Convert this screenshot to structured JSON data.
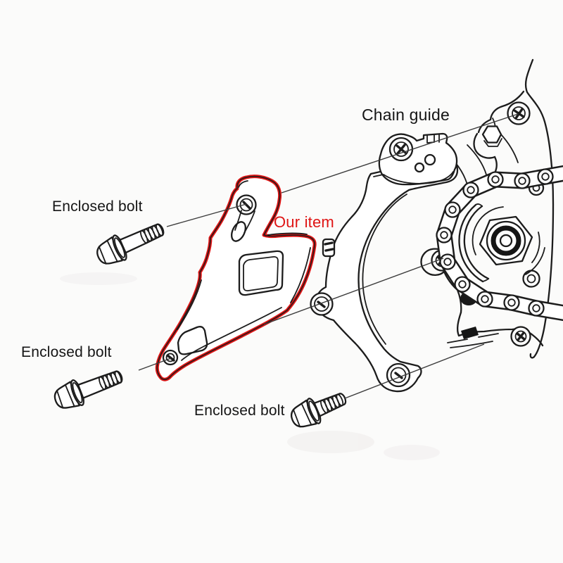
{
  "colors": {
    "background": "#fbfbfa",
    "line": "#1c1c1c",
    "leader": "#3c3c3c",
    "highlight": "#df1414"
  },
  "labels": {
    "chain_guide": "Chain guide",
    "our_item": "Our item",
    "enclosed_bolt_1": "Enclosed bolt",
    "enclosed_bolt_2": "Enclosed bolt",
    "enclosed_bolt_3": "Enclosed bolt"
  }
}
